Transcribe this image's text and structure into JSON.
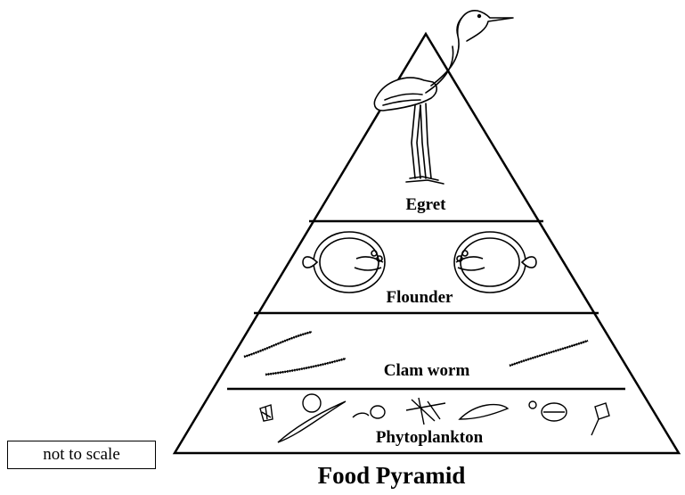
{
  "diagram": {
    "levels": [
      {
        "label": "Egret",
        "icon": "egret-icon"
      },
      {
        "label": "Flounder",
        "icon": "flounder-icon"
      },
      {
        "label": "Clam worm",
        "icon": "clam-worm-icon"
      },
      {
        "label": "Phytoplankton",
        "icon": "phytoplankton-icon"
      }
    ],
    "note": "not to scale",
    "title": "Food Pyramid"
  }
}
